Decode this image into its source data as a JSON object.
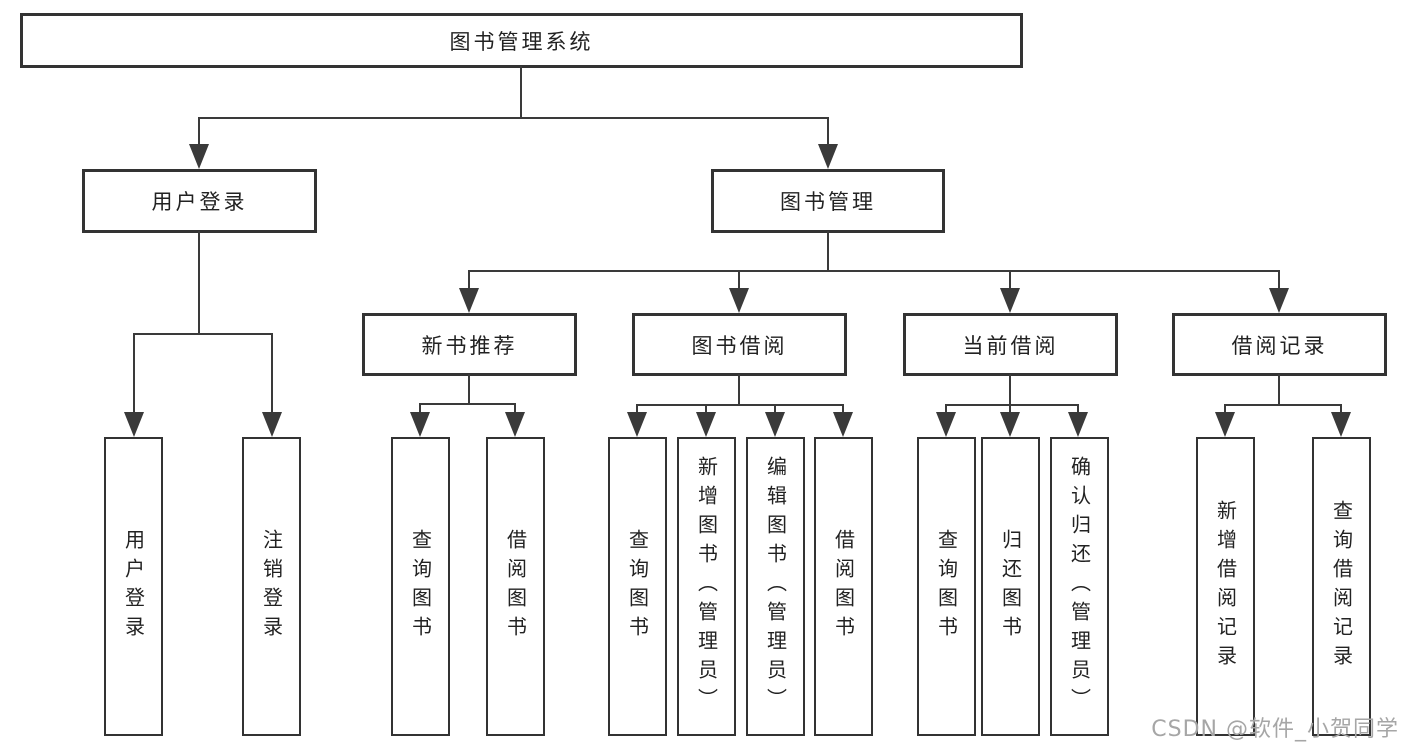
{
  "diagram": {
    "tree": {
      "label": "图书管理系统",
      "children": [
        {
          "label": "用户登录",
          "children": [
            {
              "label": "用户登录"
            },
            {
              "label": "注销登录"
            }
          ]
        },
        {
          "label": "图书管理",
          "children": [
            {
              "label": "新书推荐",
              "children": [
                {
                  "label": "查询图书"
                },
                {
                  "label": "借阅图书"
                }
              ]
            },
            {
              "label": "图书借阅",
              "children": [
                {
                  "label": "查询图书"
                },
                {
                  "label": "新增图书（管理员）"
                },
                {
                  "label": "编辑图书（管理员）"
                },
                {
                  "label": "借阅图书"
                }
              ]
            },
            {
              "label": "当前借阅",
              "children": [
                {
                  "label": "查询图书"
                },
                {
                  "label": "归还图书"
                },
                {
                  "label": "确认归还（管理员）"
                }
              ]
            },
            {
              "label": "借阅记录",
              "children": [
                {
                  "label": "新增借阅记录"
                },
                {
                  "label": "查询借阅记录"
                }
              ]
            }
          ]
        }
      ]
    }
  },
  "watermark": "CSDN @软件_小贺同学",
  "colors": {
    "background": "#ffffff",
    "box_border": "#333333",
    "connector_line": "#3a3a3a",
    "text": "#222222",
    "watermark_text": "#a6a6a6"
  }
}
